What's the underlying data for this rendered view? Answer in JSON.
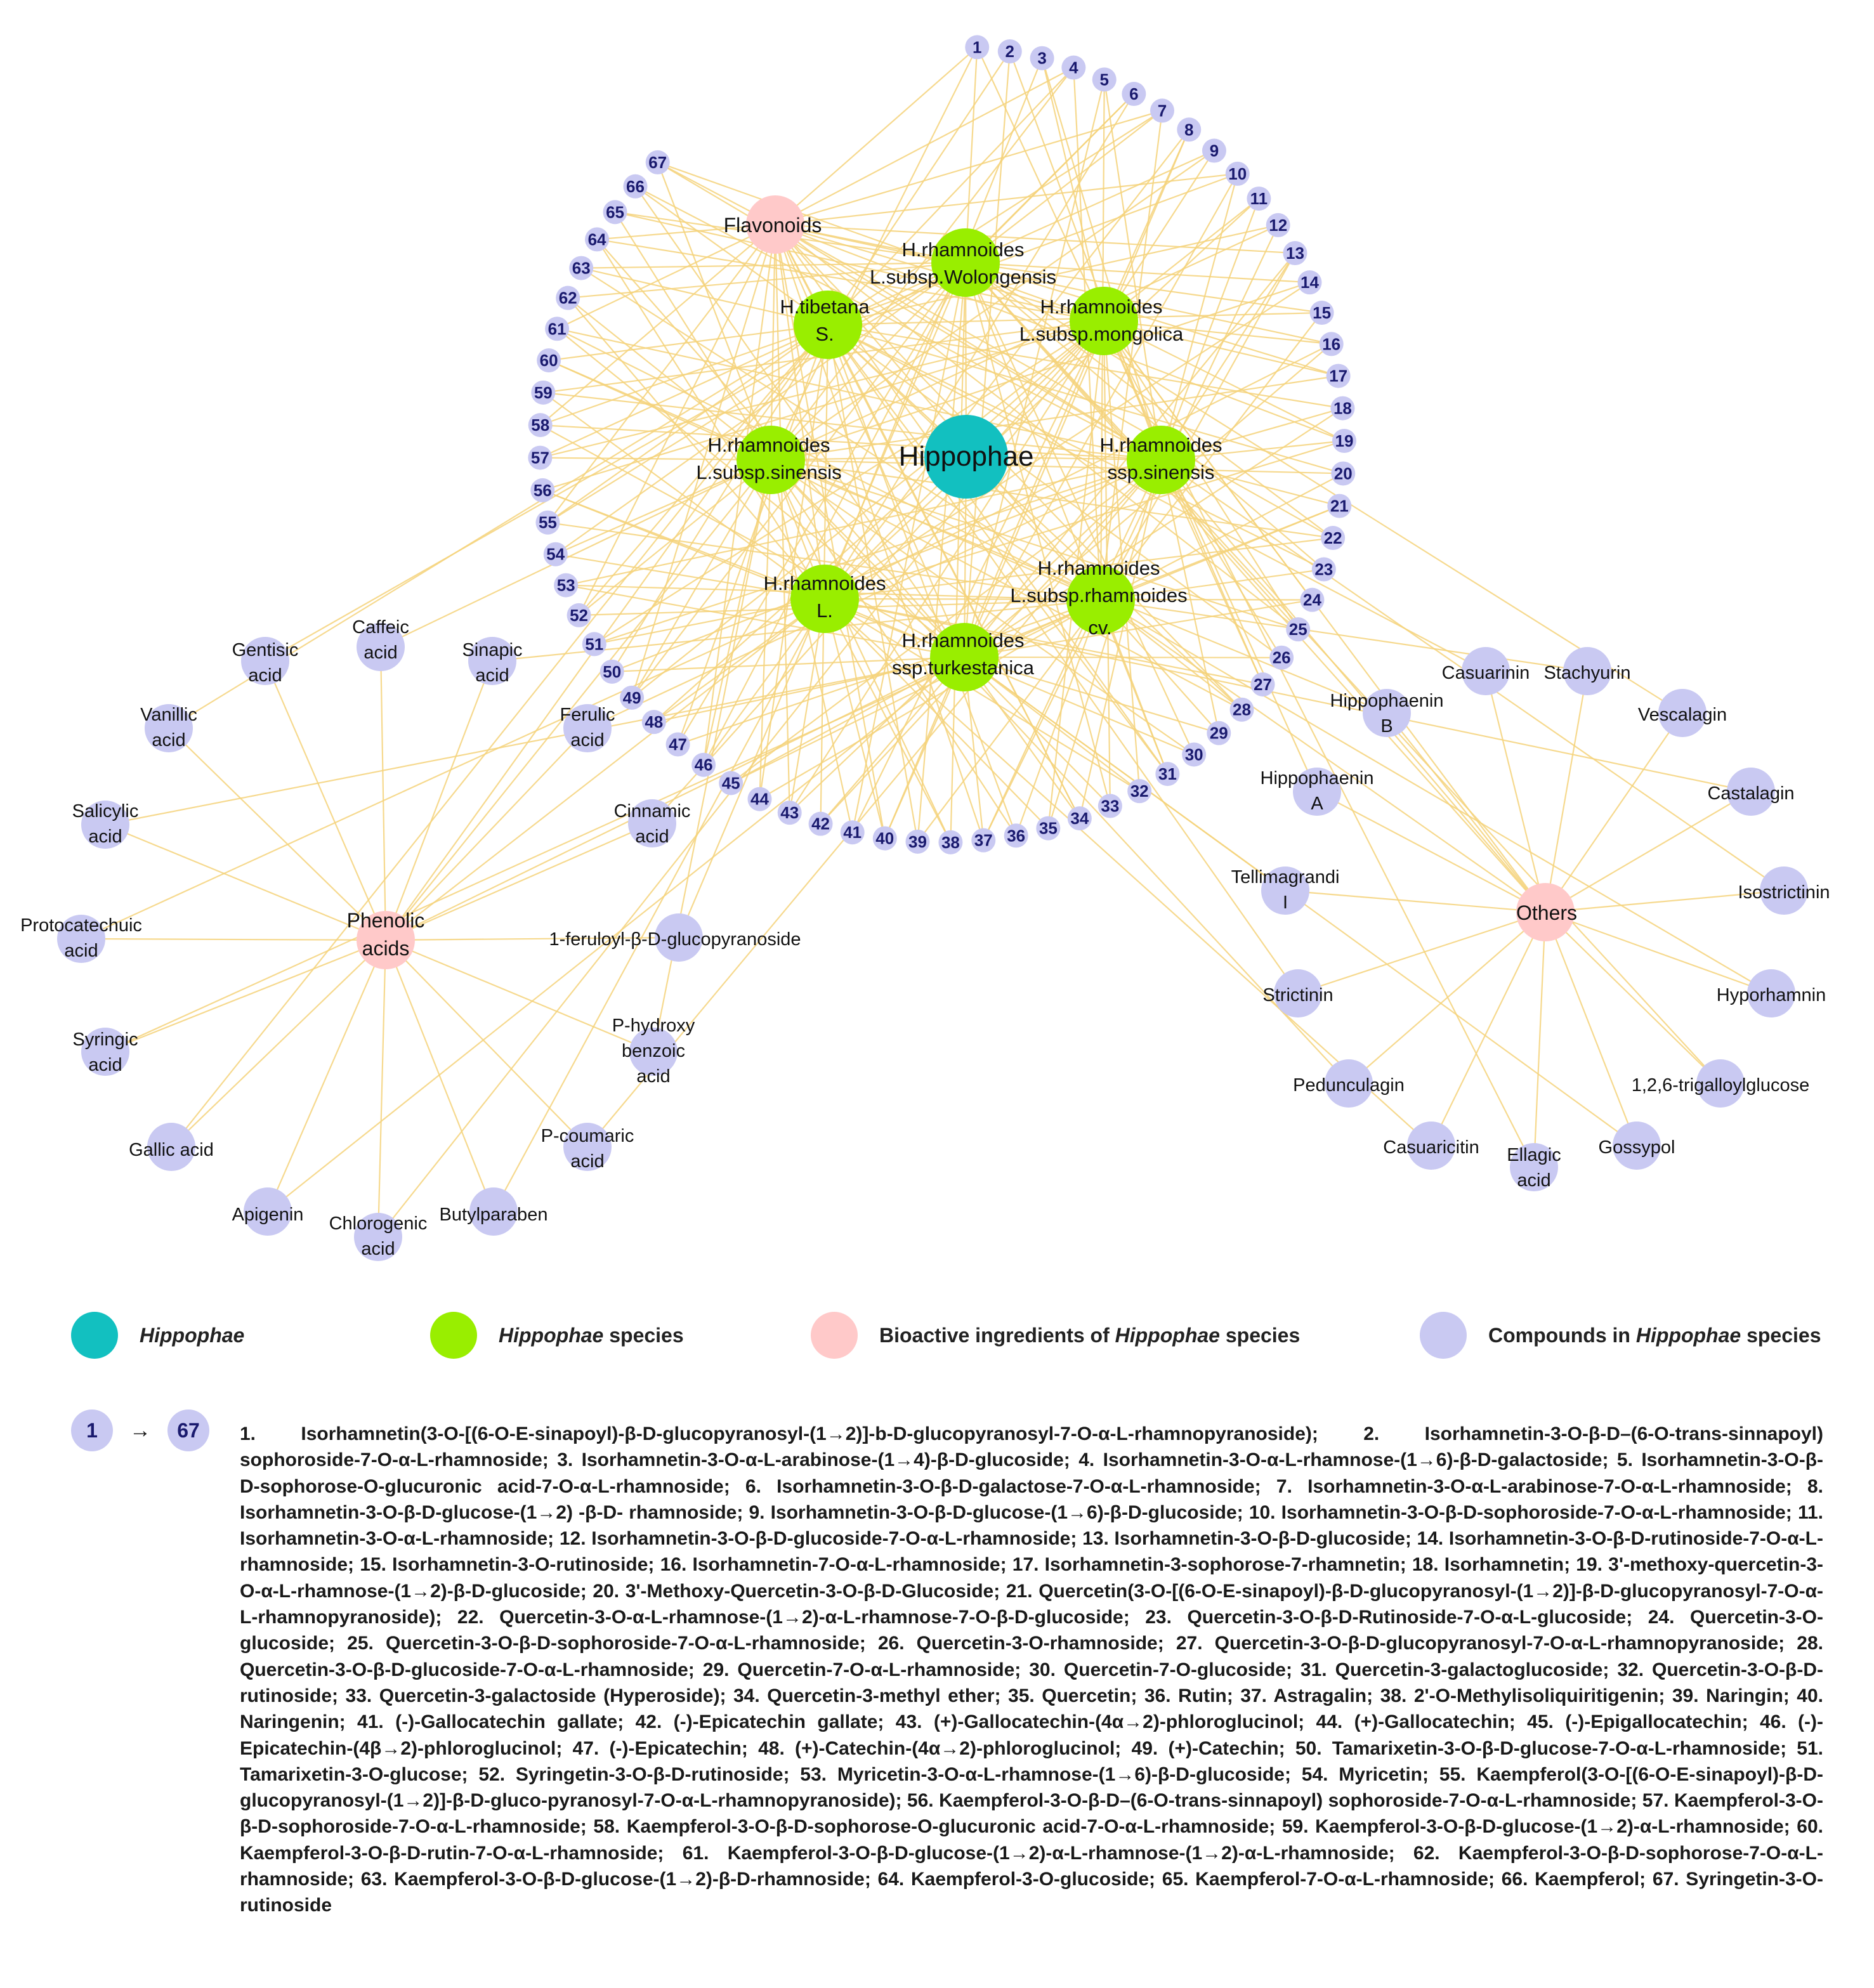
{
  "diagram": {
    "center": {
      "label": "Hippophae",
      "color": "#12c0c0"
    },
    "species": [
      {
        "line1": "H.rhamnoides",
        "line2": "L.subsp.Wolongensis"
      },
      {
        "line1": "H.tibetana",
        "line2": "S."
      },
      {
        "line1": "H.rhamnoides",
        "line2": "L.subsp.mongolica"
      },
      {
        "line1": "H.rhamnoides",
        "line2": "L.subsp.sinensis"
      },
      {
        "line1": "H.rhamnoides",
        "line2": "ssp.sinensis"
      },
      {
        "line1": "H.rhamnoides",
        "line2": "L."
      },
      {
        "line1": "H.rhamnoides",
        "line2": "L.subsp.rhamnoides"
      },
      {
        "line1": "H.rhamnoides",
        "line2": "ssp.turkestanica"
      }
    ],
    "species_extra": "cv.",
    "categories": [
      {
        "line1": "Flavonoids",
        "line2": ""
      },
      {
        "line1": "Phenolic",
        "line2": "acids"
      },
      {
        "line1": "Others",
        "line2": ""
      }
    ],
    "flavonoid_numbers": [
      "1",
      "2",
      "3",
      "4",
      "5",
      "6",
      "7",
      "8",
      "9",
      "10",
      "11",
      "12",
      "13",
      "14",
      "15",
      "16",
      "17",
      "18",
      "19",
      "20",
      "21",
      "22",
      "23",
      "24",
      "25",
      "26",
      "27",
      "28",
      "29",
      "30",
      "31",
      "32",
      "33",
      "34",
      "35",
      "36",
      "37",
      "38",
      "39",
      "40",
      "41",
      "42",
      "43",
      "44",
      "45",
      "46",
      "47",
      "48",
      "49",
      "50",
      "51",
      "52",
      "53",
      "54",
      "55",
      "56",
      "57",
      "58",
      "59",
      "60",
      "61",
      "62",
      "63",
      "64",
      "65",
      "66",
      "67"
    ],
    "phenolic_compounds": [
      {
        "line1": "Gentisic",
        "line2": "acid"
      },
      {
        "line1": "Caffeic",
        "line2": "acid"
      },
      {
        "line1": "Sinapic",
        "line2": "acid"
      },
      {
        "line1": "Vanillic",
        "line2": "acid"
      },
      {
        "line1": "Ferulic",
        "line2": "acid"
      },
      {
        "line1": "Salicylic",
        "line2": "acid"
      },
      {
        "line1": "Cinnamic",
        "line2": "acid"
      },
      {
        "line1": "Protocatechuic",
        "line2": "acid"
      },
      {
        "line1": "1-feruloyl-β-D-glucopyranoside",
        "line2": ""
      },
      {
        "line1": "P-hydroxy",
        "line2": "benzoic",
        "line3": "acid"
      },
      {
        "line1": "Syringic",
        "line2": "acid"
      },
      {
        "line1": "Gallic acid",
        "line2": ""
      },
      {
        "line1": "P-coumaric",
        "line2": "acid"
      },
      {
        "line1": "Apigenin",
        "line2": ""
      },
      {
        "line1": "Chlorogenic",
        "line2": "acid"
      },
      {
        "line1": "Butylparaben",
        "line2": ""
      }
    ],
    "other_compounds": [
      {
        "line1": "Casuarinin",
        "line2": ""
      },
      {
        "line1": "Stachyurin",
        "line2": ""
      },
      {
        "line1": "Hippophaenin",
        "line2": "B"
      },
      {
        "line1": "Vescalagin",
        "line2": ""
      },
      {
        "line1": "Castalagin",
        "line2": ""
      },
      {
        "line1": "Hippophaenin",
        "line2": "A"
      },
      {
        "line1": "Tellimagrandi",
        "line2": "I"
      },
      {
        "line1": "Isostrictinin",
        "line2": ""
      },
      {
        "line1": "Strictinin",
        "line2": ""
      },
      {
        "line1": "Hyporhamnin",
        "line2": ""
      },
      {
        "line1": "Pedunculagin",
        "line2": ""
      },
      {
        "line1": "1,2,6-trigalloylglucose",
        "line2": ""
      },
      {
        "line1": "Casuaricitin",
        "line2": ""
      },
      {
        "line1": "Ellagic",
        "line2": "acid"
      },
      {
        "line1": "Gossypol",
        "line2": ""
      }
    ]
  },
  "colors": {
    "hippophae": "#12c0c0",
    "species": "#99ee00",
    "ingredients": "#ffc9c9",
    "compounds": "#c9c9f2",
    "edge": "#f5d27a"
  },
  "legend": {
    "hippophae": "Hippophae",
    "species_italic": "Hippophae",
    "species_rest": " species",
    "ingredients_prefix": "Bioactive ingredients of ",
    "ingredients_italic": "Hippophae",
    "ingredients_suffix": " species",
    "compounds_prefix": "Compounds in ",
    "compounds_italic": "Hippophae",
    "compounds_suffix": " species"
  },
  "key": {
    "from": "1",
    "arrow": "→",
    "to": "67"
  },
  "compound_list": "1. Isorhamnetin(3-O-[(6-O-E-sinapoyl)-β-D-glucopyranosyl-(1→2)]-b-D-glucopyranosyl-7-O-α-L-rhamnopyranoside); 2. Isorhamnetin-3-O-β-D–(6-O-trans-sinnapoyl) sophoroside-7-O-α-L-rhamnoside; 3. Isorhamnetin-3-O-α-L-arabinose-(1→4)-β-D-glucoside; 4. Isorhamnetin-3-O-α-L-rhamnose-(1→6)-β-D-galactoside; 5. Isorhamnetin-3-O-β-D-sophorose-O-glucuronic acid-7-O-α-L-rhamnoside; 6. Isorhamnetin-3-O-β-D-galactose-7-O-α-L-rhamnoside; 7. Isorhamnetin-3-O-α-L-arabinose-7-O-α-L-rhamnoside; 8. Isorhamnetin-3-O-β-D-glucose-(1→2) -β-D- rhamnoside; 9. Isorhamnetin-3-O-β-D-glucose-(1→6)-β-D-glucoside; 10. Isorhamnetin-3-O-β-D-sophoroside-7-O-α-L-rhamnoside; 11. Isorhamnetin-3-O-α-L-rhamnoside; 12. Isorhamnetin-3-O-β-D-glucoside-7-O-α-L-rhamnoside; 13. Isorhamnetin-3-O-β-D-glucoside; 14. Isorhamnetin-3-O-β-D-rutinoside-7-O-α-L-rhamnoside; 15. Isorhamnetin-3-O-rutinoside; 16. Isorhamnetin-7-O-α-L-rhamnoside; 17. Isorhamnetin-3-sophorose-7-rhamnetin; 18. Isorhamnetin; 19. 3'-methoxy-quercetin-3-O-α-L-rhamnose-(1→2)-β-D-glucoside; 20. 3'-Methoxy-Quercetin-3-O-β-D-Glucoside; 21. Quercetin(3-O-[(6-O-E-sinapoyl)-β-D-glucopyranosyl-(1→2)]-β-D-glucopyranosyl-7-O-α-L-rhamnopyranoside); 22. Quercetin-3-O-α-L-rhamnose-(1→2)-α-L-rhamnose-7-O-β-D-glucoside; 23. Quercetin-3-O-β-D-Rutinoside-7-O-α-L-glucoside; 24. Quercetin-3-O-glucoside; 25. Quercetin-3-O-β-D-sophoroside-7-O-α-L-rhamnoside; 26. Quercetin-3-O-rhamnoside; 27. Quercetin-3-O-β-D-glucopyranosyl-7-O-α-L-rhamnopyranoside; 28. Quercetin-3-O-β-D-glucoside-7-O-α-L-rhamnoside; 29. Quercetin-7-O-α-L-rhamnoside; 30. Quercetin-7-O-glucoside; 31. Quercetin-3-galactoglucoside; 32. Quercetin-3-O-β-D-rutinoside; 33. Quercetin-3-galactoside (Hyperoside); 34. Quercetin-3-methyl ether; 35. Quercetin; 36. Rutin; 37. Astragalin; 38. 2'-O-Methylisoliquiritigenin; 39. Naringin; 40. Naringenin; 41. (-)-Gallocatechin gallate; 42. (-)-Epicatechin gallate; 43. (+)-Gallocatechin-(4α→2)-phloroglucinol; 44. (+)-Gallocatechin; 45. (-)-Epigallocatechin; 46. (-)-Epicatechin-(4β→2)-phloroglucinol; 47. (-)-Epicatechin; 48. (+)-Catechin-(4α→2)-phloroglucinol; 49. (+)-Catechin; 50. Tamarixetin-3-O-β-D-glucose-7-O-α-L-rhamnoside; 51. Tamarixetin-3-O-glucose; 52. Syringetin-3-O-β-D-rutinoside; 53. Myricetin-3-O-α-L-rhamnose-(1→6)-β-D-glucoside; 54. Myricetin; 55. Kaempferol(3-O-[(6-O-E-sinapoyl)-β-D-glucopyranosyl-(1→2)]-β-D-gluco-pyranosyl-7-O-α-L-rhamnopyranoside); 56. Kaempferol-3-O-β-D–(6-O-trans-sinnapoyl) sophoroside-7-O-α-L-rhamnoside; 57. Kaempferol-3-O-β-D-sophoroside-7-O-α-L-rhamnoside; 58. Kaempferol-3-O-β-D-sophorose-O-glucuronic acid-7-O-α-L-rhamnoside; 59. Kaempferol-3-O-β-D-glucose-(1→2)-α-L-rhamnoside; 60. Kaempferol-3-O-β-D-rutin-7-O-α-L-rhamnoside; 61. Kaempferol-3-O-β-D-glucose-(1→2)-α-L-rhamnose-(1→2)-α-L-rhamnoside; 62. Kaempferol-3-O-β-D-sophorose-7-O-α-L-rhamnoside; 63. Kaempferol-3-O-β-D-glucose-(1→2)-β-D-rhamnoside; 64. Kaempferol-3-O-glucoside; 65. Kaempferol-7-O-α-L-rhamnoside; 66. Kaempferol; 67. Syringetin-3-O-rutinoside"
}
